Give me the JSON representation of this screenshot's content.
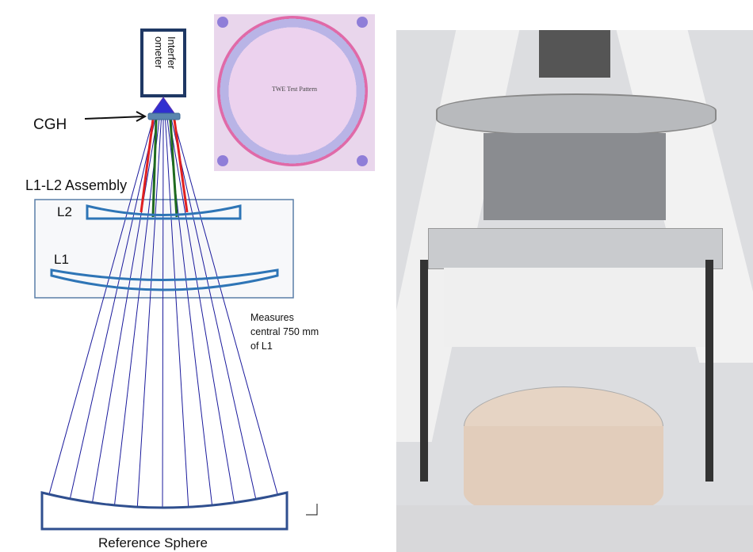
{
  "labels": {
    "interferometer": "Interfer ometer",
    "cgh": "CGH",
    "assembly": "L1-L2 Assembly",
    "l2": "L2",
    "l1": "L1",
    "measures": [
      "Measures",
      "central 750 mm",
      "of L1"
    ],
    "reference_sphere": "Reference Sphere",
    "test_pattern": "TWE Test Pattern"
  },
  "colors": {
    "lens": "#2e75b6",
    "ray": "#1a1a9c",
    "red_ray": "#e02020",
    "green_ray": "#1f6b1f",
    "box": "#1f3864"
  }
}
